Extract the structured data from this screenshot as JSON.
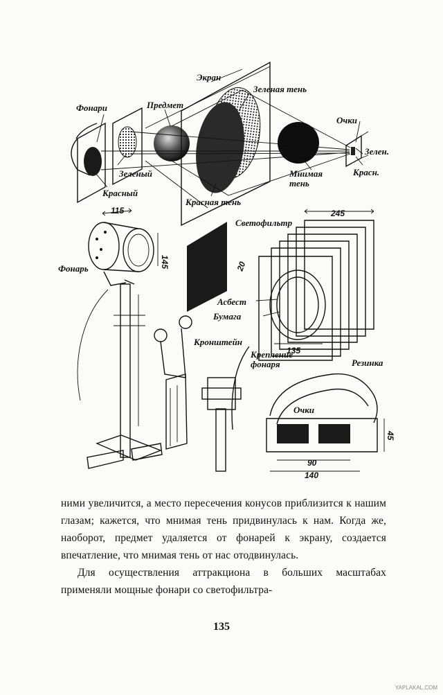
{
  "figure": {
    "labels": {
      "ekran": "Экран",
      "zelenaya_ten": "Зеленая тень",
      "fonari": "Фонари",
      "predmet": "Предмет",
      "ochki_top": "Очки",
      "zelen": "Зелен.",
      "krasn": "Красн.",
      "zelenyi": "Зеленый",
      "mnimaya_ten": "Мнимая\nтень",
      "krasnyi": "Красный",
      "krasnaya_ten": "Красная тень",
      "fonar": "Фонарь",
      "svetofiltr": "Светофильтр",
      "asbest": "Асбест",
      "bumaga": "Бумага",
      "kronshtein": "Кронштейн",
      "kreplenie": "Крепление\nфонаря",
      "rezinka": "Резинка",
      "ochki_bottom": "Очки"
    },
    "dimensions": {
      "d115": "115",
      "d145": "145",
      "d245": "245",
      "d20": "20",
      "d135": "135",
      "d45": "45",
      "d90": "90",
      "d140": "140"
    }
  },
  "text": {
    "paragraph1": "ними увеличится, а место пересечения конусов приблизится к нашим глазам; кажется, что мнимая тень придвинулась к нам. Когда же, наоборот, предмет удаляется от фонарей к экрану, создается впечатление, что мнимая тень от нас отодвинулась.",
    "paragraph2": "Для осуществления аттракциона в больших масштабах применяли мощные фонари со светофильтра-"
  },
  "page_number": "135",
  "watermark": "YAPLAKAL.COM"
}
